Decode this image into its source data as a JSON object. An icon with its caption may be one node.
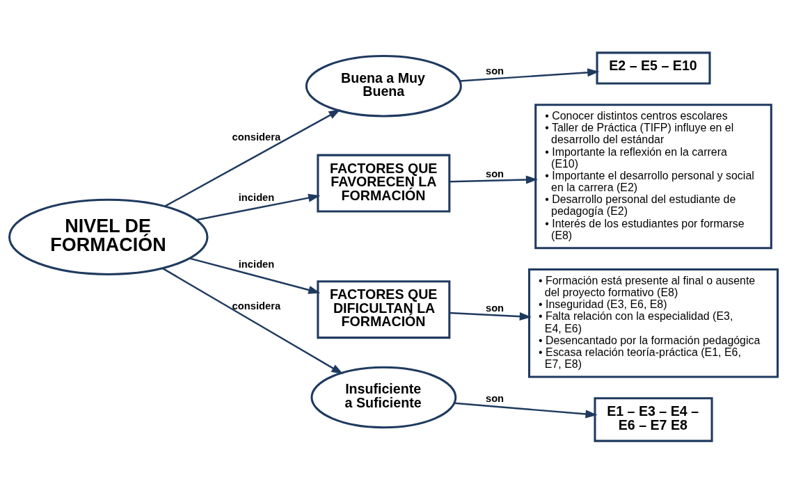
{
  "diagram": {
    "nodes": [
      {
        "text": [
          "E2 – E5 – E10"
        ]
      },
      {
        "text": [
          "Buena a Muy Buena"
        ]
      },
      {
        "text": [
          "FACTORES QUE FAVORECEN LA FORMACIÓN"
        ]
      },
      {
        "text": [
          "• Conocer distintos centros escolares",
          "• Taller de Práctica (TIFP) influye en el desarrollo del estándar",
          "• Importante la reflexión en la carrera (E10)",
          "• Importante el desarrollo personal y social en la carrera (E2)",
          "• Desarrollo personal del estudiante de pedagogía (E2)",
          "• Interés de los estudiantes por formarse (E8)"
        ]
      },
      {
        "text": [
          "NIVEL DE FORMACIÓN"
        ]
      },
      {
        "text": [
          "FACTORES QUE DIFICULTAN LA FORMACIÓN"
        ]
      },
      {
        "text": [
          "• Formación está presente al final o ausente del proyecto formativo (E8)",
          "• Inseguridad (E3, E6, E8)",
          "• Falta relación con la especialidad (E3, E4, E6)",
          "• Desencantado por la formación pedagógica",
          "• Escasa relación teoría-práctica (E1, E6, E7, E8)"
        ]
      },
      {
        "text": [
          "Insuficiente a Suficiente"
        ]
      },
      {
        "text": [
          "E1 – E3 – E4 – E6 – E7 E8"
        ]
      }
    ],
    "edges": [
      {
        "from": 1,
        "to": 0,
        "arrow": "to",
        "label": "son"
      },
      {
        "from": 4,
        "to": 1,
        "arrow": "to",
        "label": "considera"
      },
      {
        "from": 4,
        "to": 2,
        "arrow": "to",
        "label": "inciden"
      },
      {
        "from": 2,
        "to": 3,
        "arrow": "to",
        "label": "son"
      },
      {
        "from": 4,
        "to": 5,
        "arrow": "to",
        "label": "inciden"
      },
      {
        "from": 5,
        "to": 6,
        "arrow": "to",
        "label": "son"
      },
      {
        "from": 4,
        "to": 7,
        "arrow": "to",
        "label": "considera"
      },
      {
        "from": 7,
        "to": 8,
        "arrow": "to",
        "label": "son"
      }
    ]
  }
}
